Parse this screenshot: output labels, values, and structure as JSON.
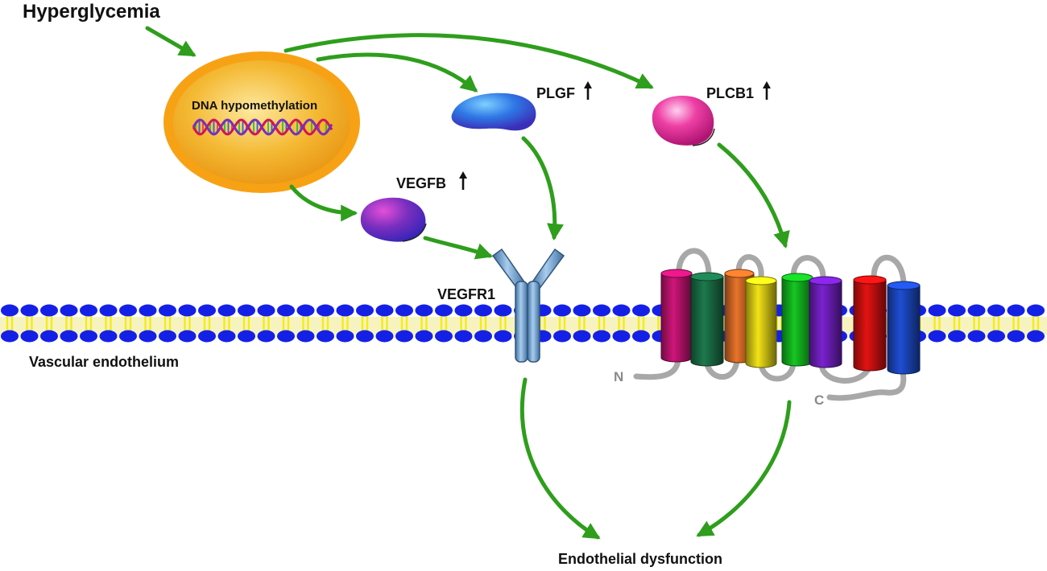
{
  "labels": {
    "hyperglycemia": "Hyperglycemia",
    "dna": "DNA hypomethylation",
    "plgf": "PLGF",
    "plcb1": "PLCB1",
    "vegfb": "VEGFB",
    "vegfr1": "VEGFR1",
    "vascular": "Vascular endothelium",
    "dysfunction": "Endothelial dysfunction",
    "up_arrow": "↑",
    "n_term": "N",
    "c_term": "C"
  },
  "colors": {
    "arrow": "#2e9e1c",
    "nucleus_outer": "#f7a215",
    "nucleus_inner": "#f0a818",
    "lipid_head": "#1520e6",
    "lipid_tail": "#f2ec1c",
    "receptor": "#6f9fcc",
    "plgf": "#2f78e6",
    "plcb1": "#ee3fa5",
    "vegfb": "#7b2fbf",
    "loop": "#a8a8a8"
  },
  "helix_colors": [
    "#d0157a",
    "#1c7a4d",
    "#e9742a",
    "#f2e317",
    "#15c722",
    "#7a22d0",
    "#e31212",
    "#1e4fd4"
  ]
}
